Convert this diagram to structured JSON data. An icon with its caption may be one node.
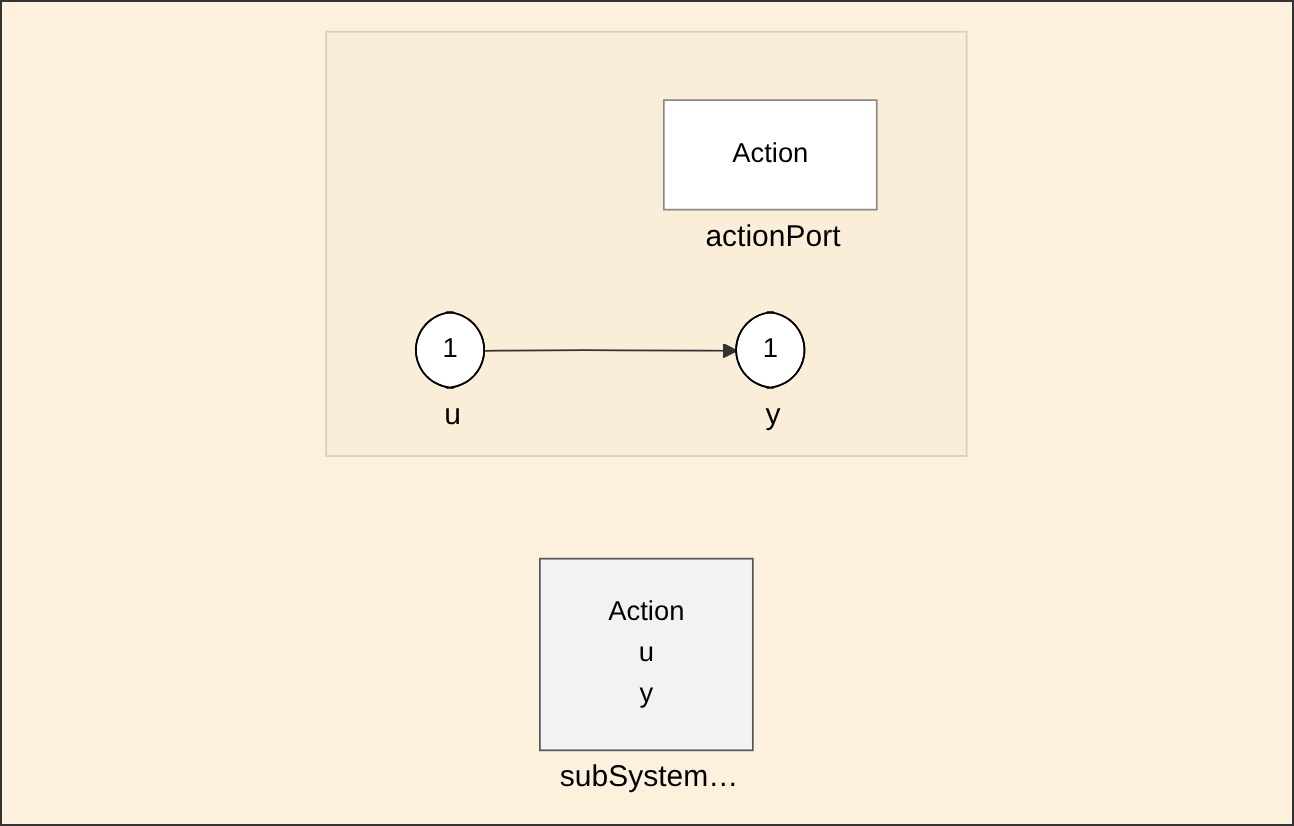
{
  "diagram": {
    "nodes": [
      {
        "text": [
          "Action",
          "u",
          "y"
        ],
        "beside": [
          "subSystem…"
        ]
      },
      {
        "text": [],
        "shape": "box"
      },
      {
        "text": [
          "Action"
        ],
        "beside": [
          "actionPort"
        ],
        "in": 1
      },
      {
        "text": [
          "1"
        ],
        "beside": [
          "u"
        ],
        "in": 1
      },
      {
        "text": [
          "1"
        ],
        "beside": [
          "y"
        ],
        "in": 1
      }
    ],
    "edges": [
      {
        "from": 3,
        "to": 4,
        "arrow": "to"
      }
    ]
  }
}
